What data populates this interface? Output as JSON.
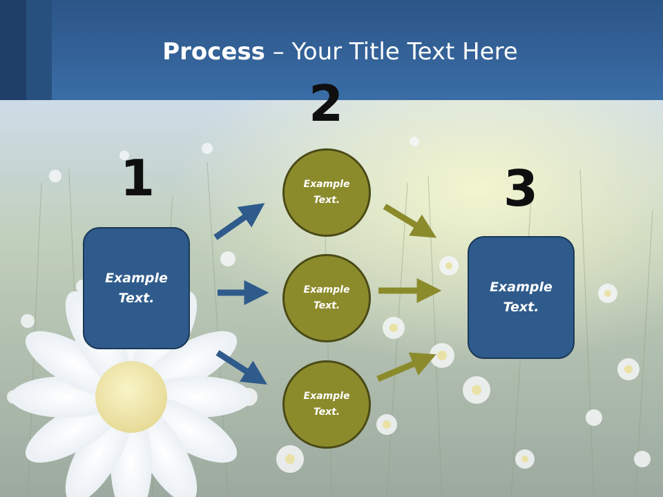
{
  "slide": {
    "title_bold": "Process",
    "title_rest": " – Your Title Text Here"
  },
  "steps": [
    {
      "number": "1",
      "box_text_line1": "Example",
      "box_text_line2": "Text."
    },
    {
      "number": "2"
    },
    {
      "number": "3",
      "box_text_line1": "Example",
      "box_text_line2": "Text."
    }
  ],
  "circles": [
    {
      "line1": "Example",
      "line2": "Text."
    },
    {
      "line1": "Example",
      "line2": "Text."
    },
    {
      "line1": "Example",
      "line2": "Text."
    }
  ],
  "colors": {
    "header": "#3a6da6",
    "box_fill": "#2f5b8c",
    "circle_fill": "#8c8b2c",
    "blue_arrow": "#2f5b8c",
    "olive_arrow": "#8c8b2c"
  }
}
